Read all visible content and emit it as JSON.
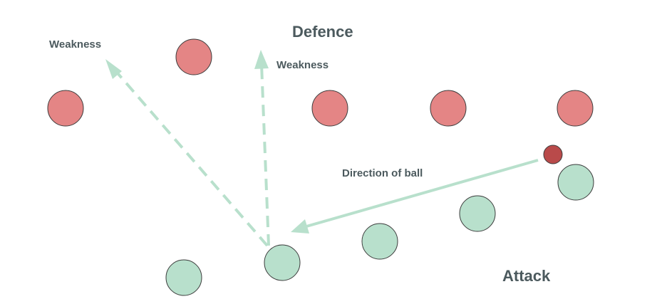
{
  "labels": {
    "defence": "Defence",
    "attack": "Attack",
    "weakness_left": "Weakness",
    "weakness_center": "Weakness",
    "direction_of_ball": "Direction of ball"
  },
  "colors": {
    "defender_fill": "#e48585",
    "attacker_fill": "#b8e0cc",
    "ball_fill": "#b94a4a",
    "outline": "#3c3c3c",
    "arrow": "#b8e0cc",
    "text": "#4c5a5e"
  },
  "defenders": [
    {
      "id": "defender-1"
    },
    {
      "id": "defender-2"
    },
    {
      "id": "defender-3"
    },
    {
      "id": "defender-4"
    },
    {
      "id": "defender-5"
    }
  ],
  "attackers": [
    {
      "id": "attacker-1"
    },
    {
      "id": "attacker-2"
    },
    {
      "id": "attacker-3"
    },
    {
      "id": "attacker-4"
    },
    {
      "id": "attacker-5"
    }
  ],
  "ball": {
    "id": "ball"
  },
  "arrows": [
    {
      "id": "weakness-arrow-left",
      "style": "dashed"
    },
    {
      "id": "weakness-arrow-center",
      "style": "dashed"
    },
    {
      "id": "ball-direction-arrow",
      "style": "solid"
    }
  ]
}
